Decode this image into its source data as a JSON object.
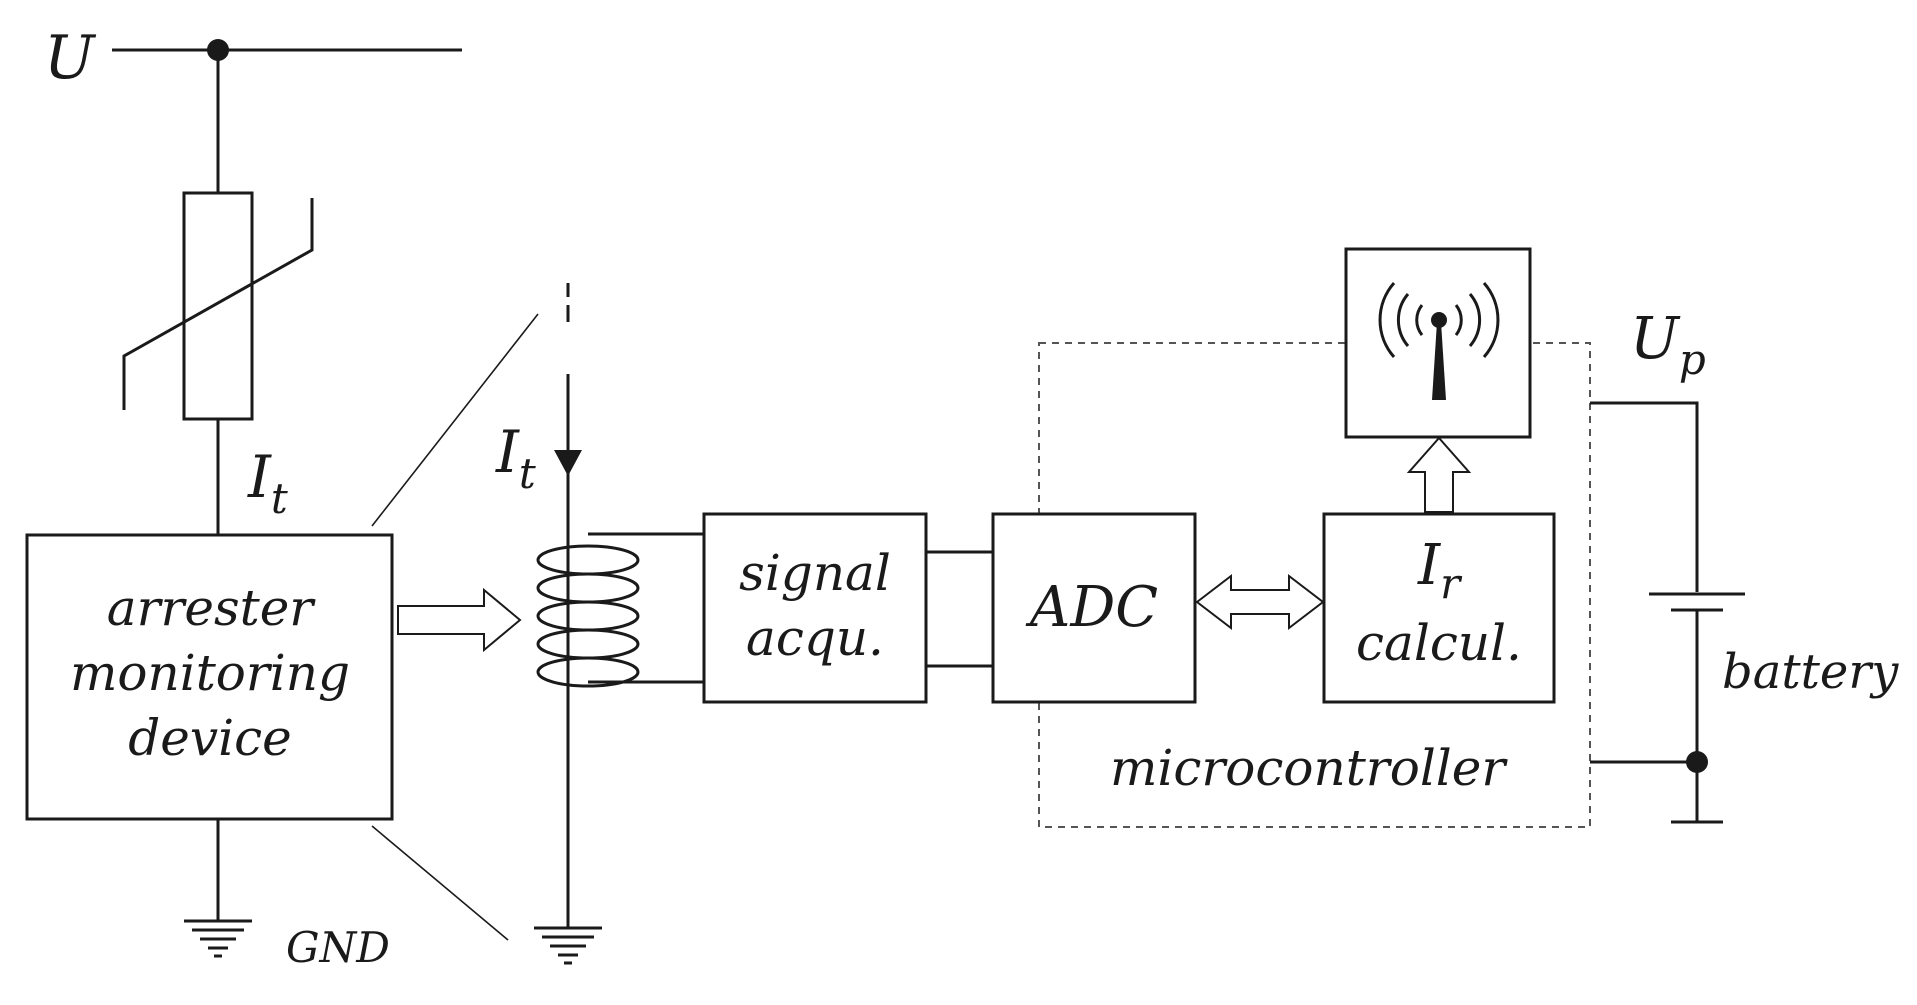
{
  "labels": {
    "supply_voltage": "U",
    "leakage_current": "I",
    "leakage_current_sub": "t",
    "monitor_line1": "arrester",
    "monitor_line2": "monitoring",
    "monitor_line3": "device",
    "ground": "GND",
    "signal_line1": "signal",
    "signal_line2": "acqu.",
    "adc": "ADC",
    "calc_current": "I",
    "calc_current_sub": "r",
    "calc_line2": "calcul.",
    "microcontroller": "microcontroller",
    "battery_voltage": "U",
    "battery_voltage_sub": "p",
    "battery": "battery"
  },
  "icons": {
    "antenna": "antenna-icon",
    "ground_symbol": "ground-icon",
    "varistor": "varistor-icon",
    "battery_cell": "battery-icon",
    "current_transformer": "coil-icon"
  },
  "colors": {
    "line": "#1a1a1a",
    "background": "#ffffff",
    "dashed_border": "#555555"
  }
}
